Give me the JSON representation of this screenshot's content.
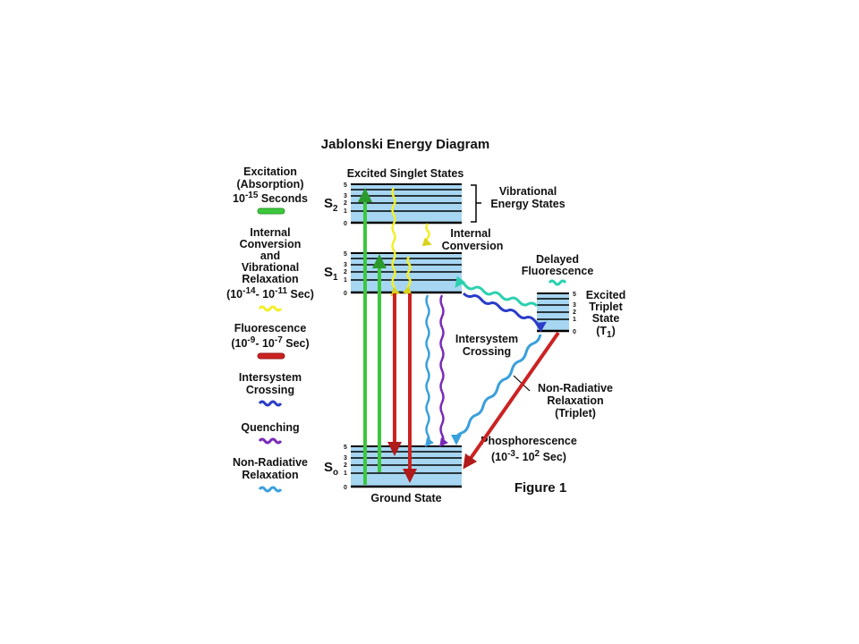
{
  "title": "Jablonski Energy Diagram",
  "figure_label": "Figure 1",
  "states": {
    "s2": {
      "main": "S",
      "sub": "2"
    },
    "s1": {
      "main": "S",
      "sub": "1"
    },
    "s0": {
      "main": "S",
      "sub": "o"
    },
    "t1": {
      "line1": "Excited",
      "line2": "Triplet",
      "line3": "State",
      "line4_pre": "(T",
      "line4_sub": "1",
      "line4_post": ")"
    }
  },
  "level_numbers": [
    "5",
    "3",
    "2",
    "1",
    "0"
  ],
  "labels": {
    "excited_singlet": "Excited Singlet States",
    "vibrational_1": "Vibrational",
    "vibrational_2": "Energy States",
    "internal_1": "Internal",
    "internal_2": "Conversion",
    "delayed_1": "Delayed",
    "delayed_2": "Fluorescence",
    "isc_1": "Intersystem",
    "isc_2": "Crossing",
    "nonrad_1": "Non-Radiative",
    "nonrad_2": "Relaxation",
    "nonrad_3": "(Triplet)",
    "phos_1": "Phosphorescence",
    "phos_2_pre": "(10",
    "phos_2_exp1": "-3",
    "phos_2_mid": "- 10",
    "phos_2_exp2": "2",
    "phos_2_post": " Sec)",
    "ground": "Ground State"
  },
  "legend": {
    "excitation": {
      "line1": "Excitation",
      "line2": "(Absorption)",
      "line3_pre": "10",
      "line3_exp": "-15",
      "line3_post": " Seconds"
    },
    "internal": {
      "line1": "Internal",
      "line2": "Conversion",
      "line3": "and",
      "line4": "Vibrational",
      "line5": "Relaxation",
      "line6_pre": "(10",
      "line6_exp1": "-14",
      "line6_mid": "- 10",
      "line6_exp2": "-11",
      "line6_post": " Sec)"
    },
    "fluorescence": {
      "line1": "Fluorescence",
      "line2_pre": "(10",
      "line2_exp1": "-9",
      "line2_mid": "- 10",
      "line2_exp2": "-7",
      "line2_post": " Sec)"
    },
    "isc": {
      "line1": "Intersystem",
      "line2": "Crossing"
    },
    "quenching": {
      "line1": "Quenching"
    },
    "nonrad": {
      "line1": "Non-Radiative",
      "line2": "Relaxation"
    }
  },
  "colors": {
    "band": "#a6d6f2",
    "level_line": "#000000",
    "excitation": "#3cc83c",
    "internal_conversion": "#f2ef2a",
    "fluorescence": "#cc2222",
    "intersystem_crossing": "#2a3cc8",
    "quenching": "#7a2ab8",
    "non_radiative": "#3aa0dc",
    "delayed_fluorescence": "#2ad0b0",
    "phosphorescence": "#cc2222"
  }
}
